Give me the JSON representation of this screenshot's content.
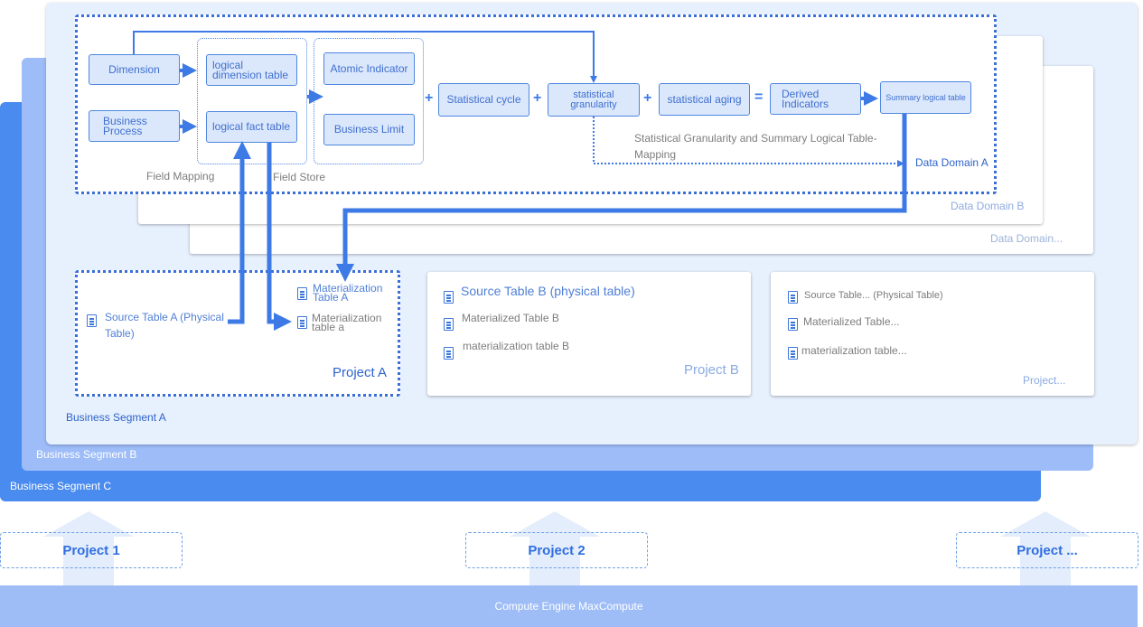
{
  "segments": {
    "a": "Business Segment A",
    "b": "Business Segment B",
    "c": "Business Segment C"
  },
  "domains": {
    "a": "Data Domain A",
    "b": "Data Domain B",
    "more": "Data Domain..."
  },
  "flow": {
    "dimension": "Dimension",
    "business_process": "Business Process",
    "logical_dimension_table": "logical dimension table",
    "logical_fact_table": "logical fact table",
    "atomic_indicator": "Atomic Indicator",
    "business_limit": "Business Limit",
    "statistical_cycle": "Statistical cycle",
    "statistical_granularity": "statistical granularity",
    "statistical_aging": "statistical aging",
    "derived_indicators": "Derived Indicators",
    "summary_logical_table": "Summary logical table",
    "field_mapping": "Field Mapping",
    "field_store": "Field Store",
    "granularity_mapping_line1": "Statistical Granularity and Summary Logical Table-",
    "granularity_mapping_line2": "Mapping",
    "plus": "+",
    "equals": "="
  },
  "projects": {
    "a": {
      "title": "Project A",
      "source": "Source Table A (Physical Table)",
      "mat1": "Materialization Table A",
      "mat2": "Materialization table a"
    },
    "b": {
      "title": "Project B",
      "source": "Source Table B (physical table)",
      "mat1": "Materialized Table B",
      "mat2": "materialization table B"
    },
    "more": {
      "title": "Project...",
      "source": "Source Table... (Physical Table)",
      "mat1": "Materialized Table...",
      "mat2": "materialization table..."
    }
  },
  "bottom": {
    "project1": "Project 1",
    "project2": "Project 2",
    "project_more": "Project ...",
    "engine": "Compute Engine MaxCompute"
  },
  "colors": {
    "segment_a": "#e7f0fd",
    "segment_b": "#9dbcf8",
    "segment_c": "#4a8bef",
    "accent": "#3d7ae6",
    "engine": "#9ebdf6"
  }
}
